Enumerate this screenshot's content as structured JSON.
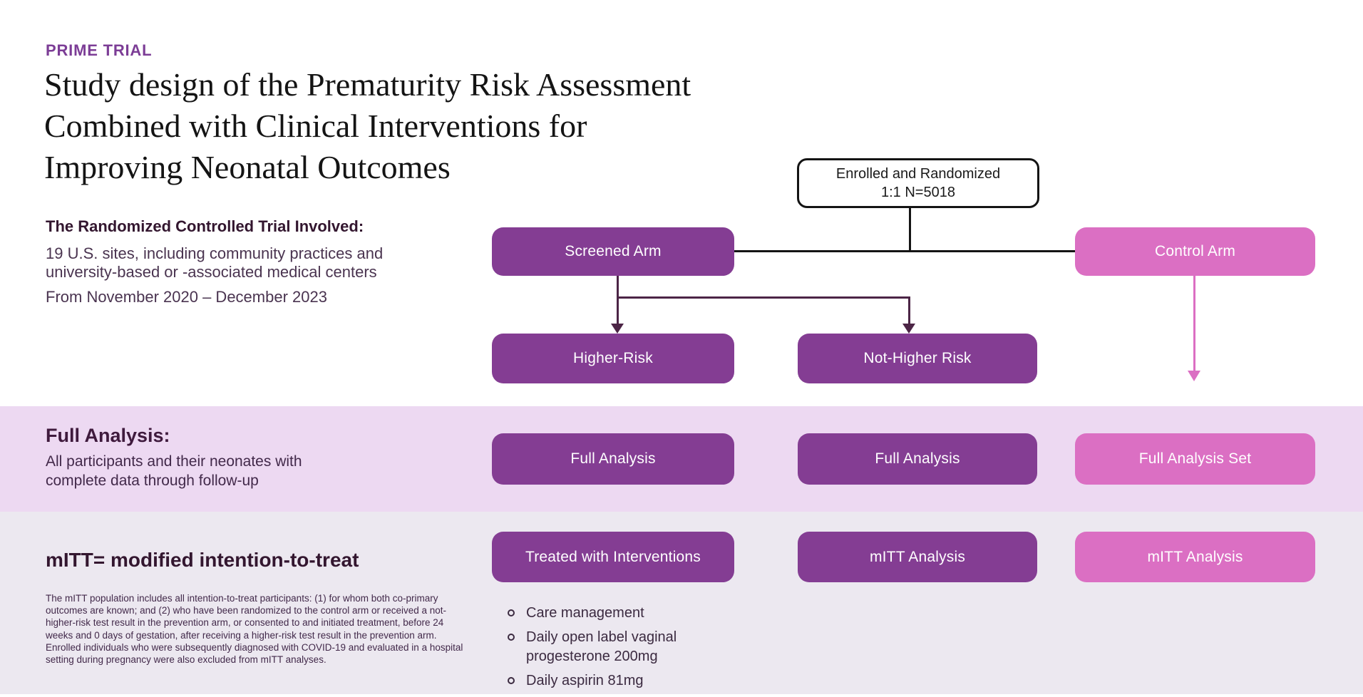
{
  "eyebrow": "PRIME TRIAL",
  "title": {
    "line1": "Study design of the Prematurity Risk Assessment",
    "line2": "Combined with Clinical Interventions for",
    "line3": "Improving Neonatal Outcomes"
  },
  "intro": {
    "heading": "The Randomized Controlled Trial Involved:",
    "sites": "19 U.S. sites, including community practices and university-based or -associated medical centers",
    "dates": "From November 2020 – December 2023"
  },
  "flowchart": {
    "enrolled": {
      "line1": "Enrolled and Randomized",
      "line2": "1:1 N=5018"
    },
    "screened_arm": "Screened Arm",
    "control_arm": "Control Arm",
    "higher_risk": "Higher-Risk",
    "not_higher_risk": "Not-Higher Risk"
  },
  "full_analysis_band": {
    "heading": "Full Analysis:",
    "description": "All participants and their neonates with complete data through follow-up",
    "box_higher_risk": "Full Analysis",
    "box_not_higher_risk": "Full Analysis",
    "box_control": "Full Analysis Set"
  },
  "mitt_band": {
    "heading": "mITT= modified intention-to-treat",
    "description": "The mITT population includes all intention-to-treat participants: (1) for whom both co-primary outcomes are known; and (2) who have been randomized to the control arm or received a not-higher-risk test result in the prevention arm, or consented to and initiated treatment, before 24 weeks and 0 days of gestation, after receiving a higher-risk test result in the prevention arm. Enrolled individuals who were subsequently diagnosed with COVID-19 and evaluated in a hospital setting during pregnancy were also excluded from mITT analyses.",
    "box_treated": "Treated with Interventions",
    "box_mitt_screened": "mITT Analysis",
    "box_mitt_control": "mITT Analysis",
    "interventions": [
      "Care management",
      "Daily open label vaginal progesterone 200mg",
      "Daily aspirin 81mg"
    ]
  },
  "colors": {
    "box_purple": "#843D93",
    "box_pink": "#DB6FC3",
    "connector_plum": "#4C2546",
    "connector_black": "#141414",
    "band_full_analysis_bg": "#EDD9F2",
    "band_mitt_bg": "#ECE8F0",
    "eyebrow_purple": "#7C3D96"
  }
}
